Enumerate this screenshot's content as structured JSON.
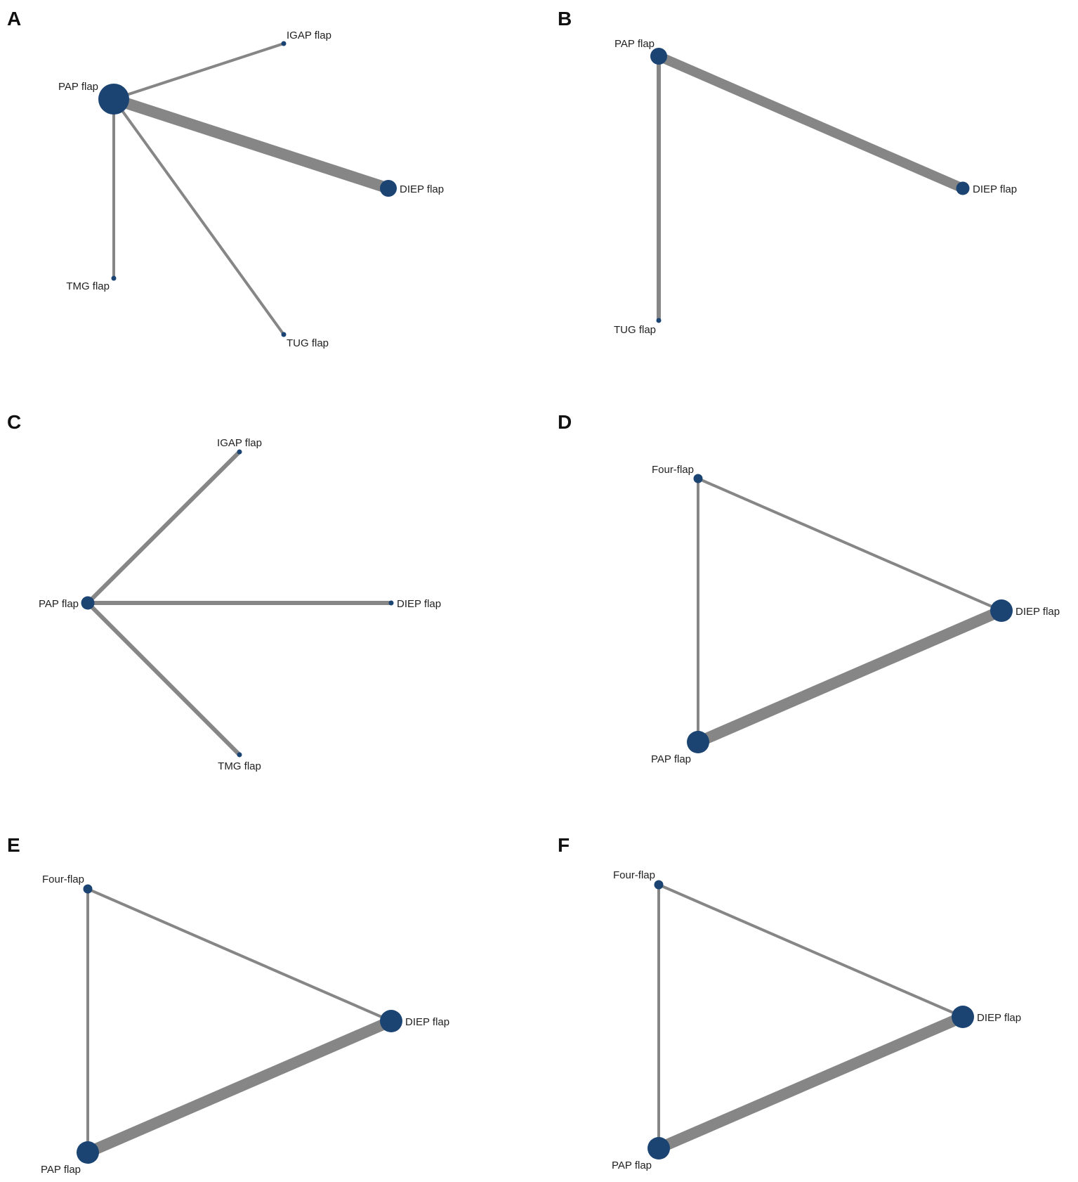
{
  "colors": {
    "node": "#1b4473",
    "edge": "#868686",
    "text": "#222222"
  },
  "panels": [
    {
      "id": "A",
      "letter": "A",
      "nodes": [
        {
          "id": "PAP",
          "label": "PAP flap"
        },
        {
          "id": "IGAP",
          "label": "IGAP flap"
        },
        {
          "id": "DIEP",
          "label": "DIEP flap"
        },
        {
          "id": "TMG",
          "label": "TMG flap"
        },
        {
          "id": "TUG",
          "label": "TUG flap"
        }
      ],
      "edges": [
        {
          "from": "PAP",
          "to": "IGAP"
        },
        {
          "from": "PAP",
          "to": "DIEP"
        },
        {
          "from": "PAP",
          "to": "TMG"
        },
        {
          "from": "PAP",
          "to": "TUG"
        }
      ]
    },
    {
      "id": "B",
      "letter": "B",
      "nodes": [
        {
          "id": "PAP",
          "label": "PAP flap"
        },
        {
          "id": "DIEP",
          "label": "DIEP flap"
        },
        {
          "id": "TUG",
          "label": "TUG flap"
        }
      ],
      "edges": [
        {
          "from": "PAP",
          "to": "DIEP"
        },
        {
          "from": "PAP",
          "to": "TUG"
        }
      ]
    },
    {
      "id": "C",
      "letter": "C",
      "nodes": [
        {
          "id": "PAP",
          "label": "PAP flap"
        },
        {
          "id": "IGAP",
          "label": "IGAP flap"
        },
        {
          "id": "DIEP",
          "label": "DIEP flap"
        },
        {
          "id": "TMG",
          "label": "TMG flap"
        }
      ],
      "edges": [
        {
          "from": "PAP",
          "to": "IGAP"
        },
        {
          "from": "PAP",
          "to": "DIEP"
        },
        {
          "from": "PAP",
          "to": "TMG"
        }
      ]
    },
    {
      "id": "D",
      "letter": "D",
      "nodes": [
        {
          "id": "FOUR",
          "label": "Four-flap"
        },
        {
          "id": "DIEP",
          "label": "DIEP flap"
        },
        {
          "id": "PAP",
          "label": "PAP flap"
        }
      ],
      "edges": [
        {
          "from": "FOUR",
          "to": "DIEP"
        },
        {
          "from": "FOUR",
          "to": "PAP"
        },
        {
          "from": "PAP",
          "to": "DIEP"
        }
      ]
    },
    {
      "id": "E",
      "letter": "E",
      "nodes": [
        {
          "id": "FOUR",
          "label": "Four-flap"
        },
        {
          "id": "DIEP",
          "label": "DIEP flap"
        },
        {
          "id": "PAP",
          "label": "PAP flap"
        }
      ],
      "edges": [
        {
          "from": "FOUR",
          "to": "DIEP"
        },
        {
          "from": "FOUR",
          "to": "PAP"
        },
        {
          "from": "PAP",
          "to": "DIEP"
        }
      ]
    },
    {
      "id": "F",
      "letter": "F",
      "nodes": [
        {
          "id": "FOUR",
          "label": "Four-flap"
        },
        {
          "id": "DIEP",
          "label": "DIEP flap"
        },
        {
          "id": "PAP",
          "label": "PAP flap"
        }
      ],
      "edges": [
        {
          "from": "FOUR",
          "to": "DIEP"
        },
        {
          "from": "FOUR",
          "to": "PAP"
        },
        {
          "from": "PAP",
          "to": "DIEP"
        }
      ]
    }
  ]
}
